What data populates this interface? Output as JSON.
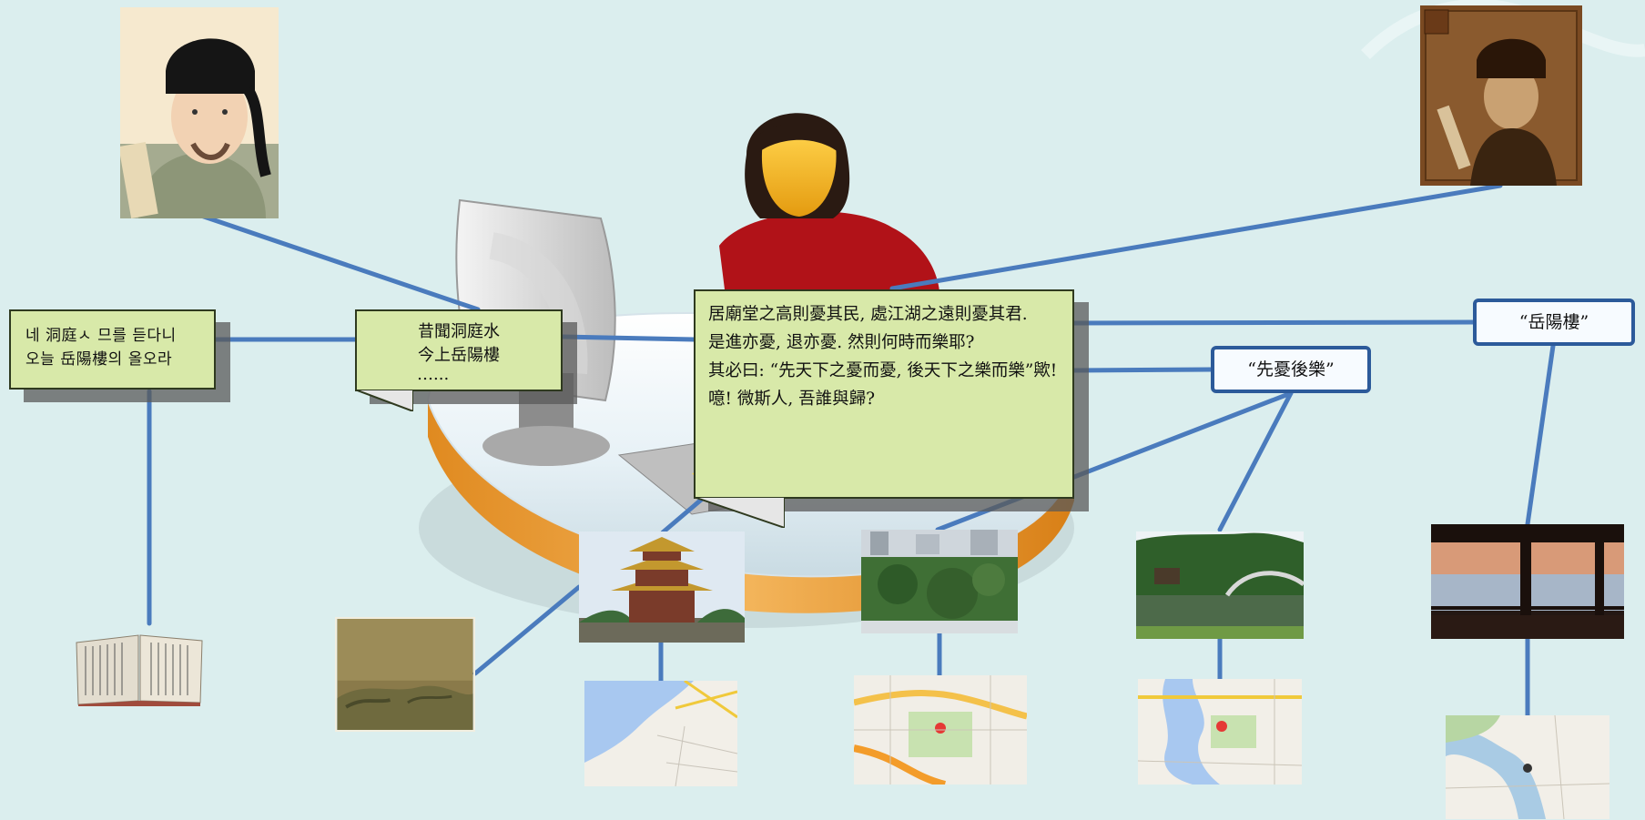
{
  "notes": {
    "left": {
      "line1": "네 洞庭ㅅ 므를 듣다니",
      "line2": "오늘 岳陽樓의 올오라"
    },
    "middle": {
      "line1": "昔聞洞庭水",
      "line2": "今上岳陽樓",
      "line3": "…..."
    },
    "main": {
      "line1": "居廟堂之高則憂其民, 處江湖之遠則憂其君.",
      "line2": "是進亦憂, 退亦憂. 然則何時而樂耶?",
      "line3": "其必曰: “先天下之憂而憂, 後天下之樂而樂”歟!",
      "line4": "噫! 微斯人, 吾誰與歸?"
    }
  },
  "labels": {
    "xian_you_hou_le": "“先憂後樂”",
    "yueyang_lou": "“岳陽樓”"
  },
  "colors": {
    "background": "#dbeeee",
    "connector": "#4a7bbd",
    "note_fill": "#d8e9a9",
    "label_border": "#2c5a9a"
  },
  "images": [
    "portrait-du-fu",
    "portrait-fan-zhongyan",
    "person-at-computer-illustration",
    "old-book",
    "landscape-scroll-painting",
    "yueyang-tower-photo",
    "city-park-aerial-photo",
    "japanese-garden-bridge-photo",
    "lake-sunset-pavilion-photo",
    "map-yueyang",
    "map-city-park",
    "map-okayama",
    "map-river"
  ]
}
